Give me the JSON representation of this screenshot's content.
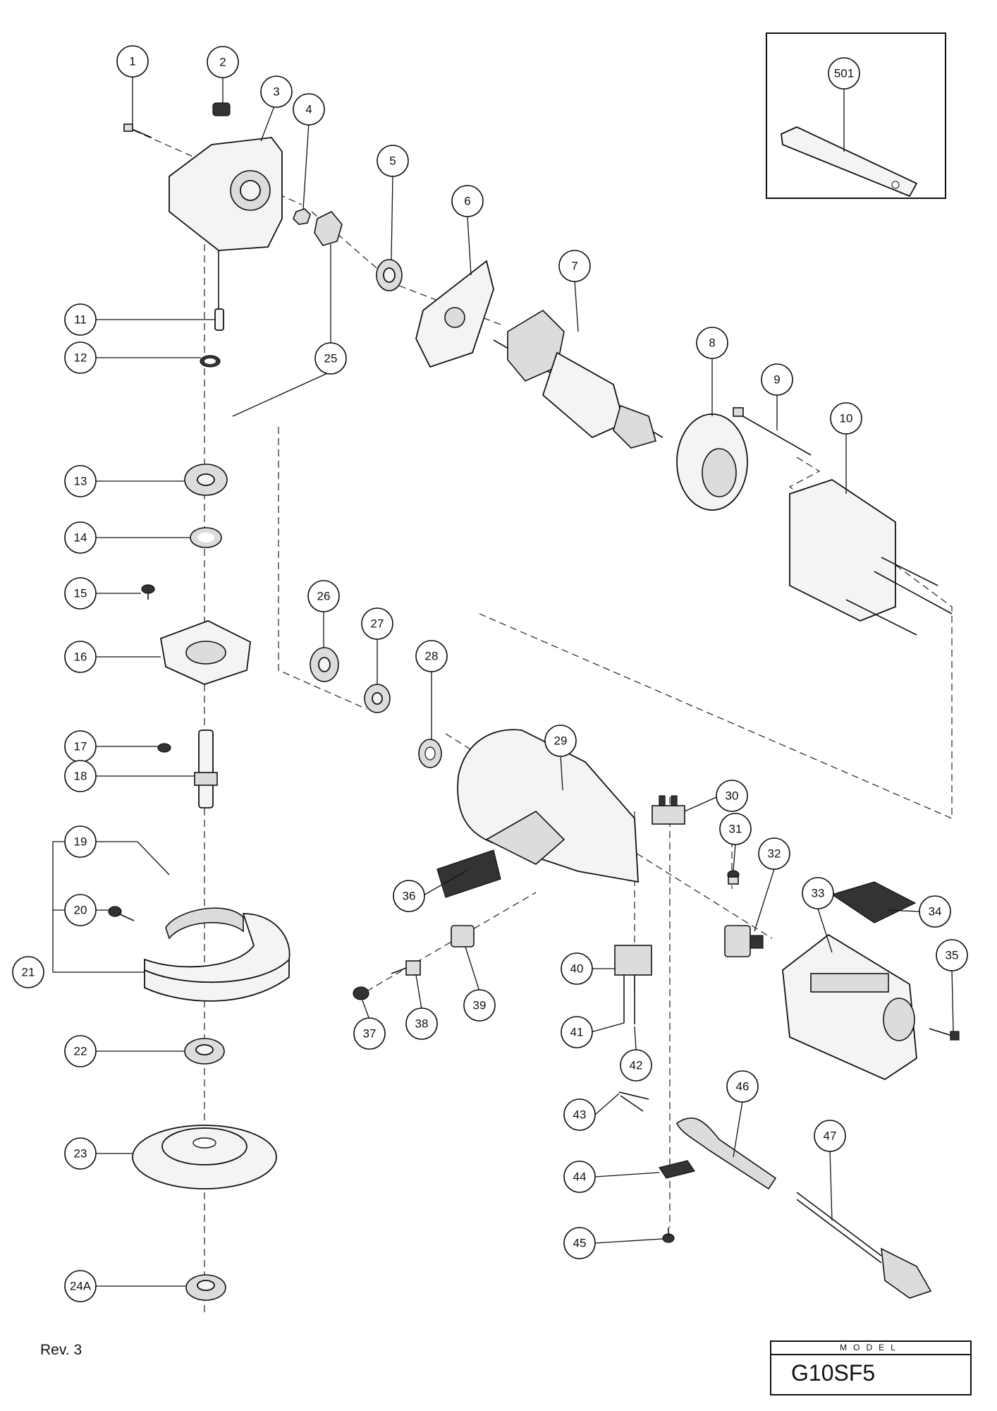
{
  "part_numbers": [
    "1",
    "2",
    "3",
    "4",
    "5",
    "6",
    "7",
    "8",
    "9",
    "10",
    "11",
    "12",
    "13",
    "14",
    "15",
    "16",
    "17",
    "18",
    "19",
    "20",
    "21",
    "22",
    "23",
    "24A",
    "25",
    "26",
    "27",
    "28",
    "29",
    "30",
    "31",
    "32",
    "33",
    "34",
    "35",
    "36",
    "37",
    "38",
    "39",
    "40",
    "41",
    "42",
    "43",
    "44",
    "45",
    "46",
    "47",
    "501"
  ],
  "footer": {
    "revision": "Rev. 3"
  },
  "model_block": {
    "caption": "MODEL",
    "name": "G10SF5"
  }
}
